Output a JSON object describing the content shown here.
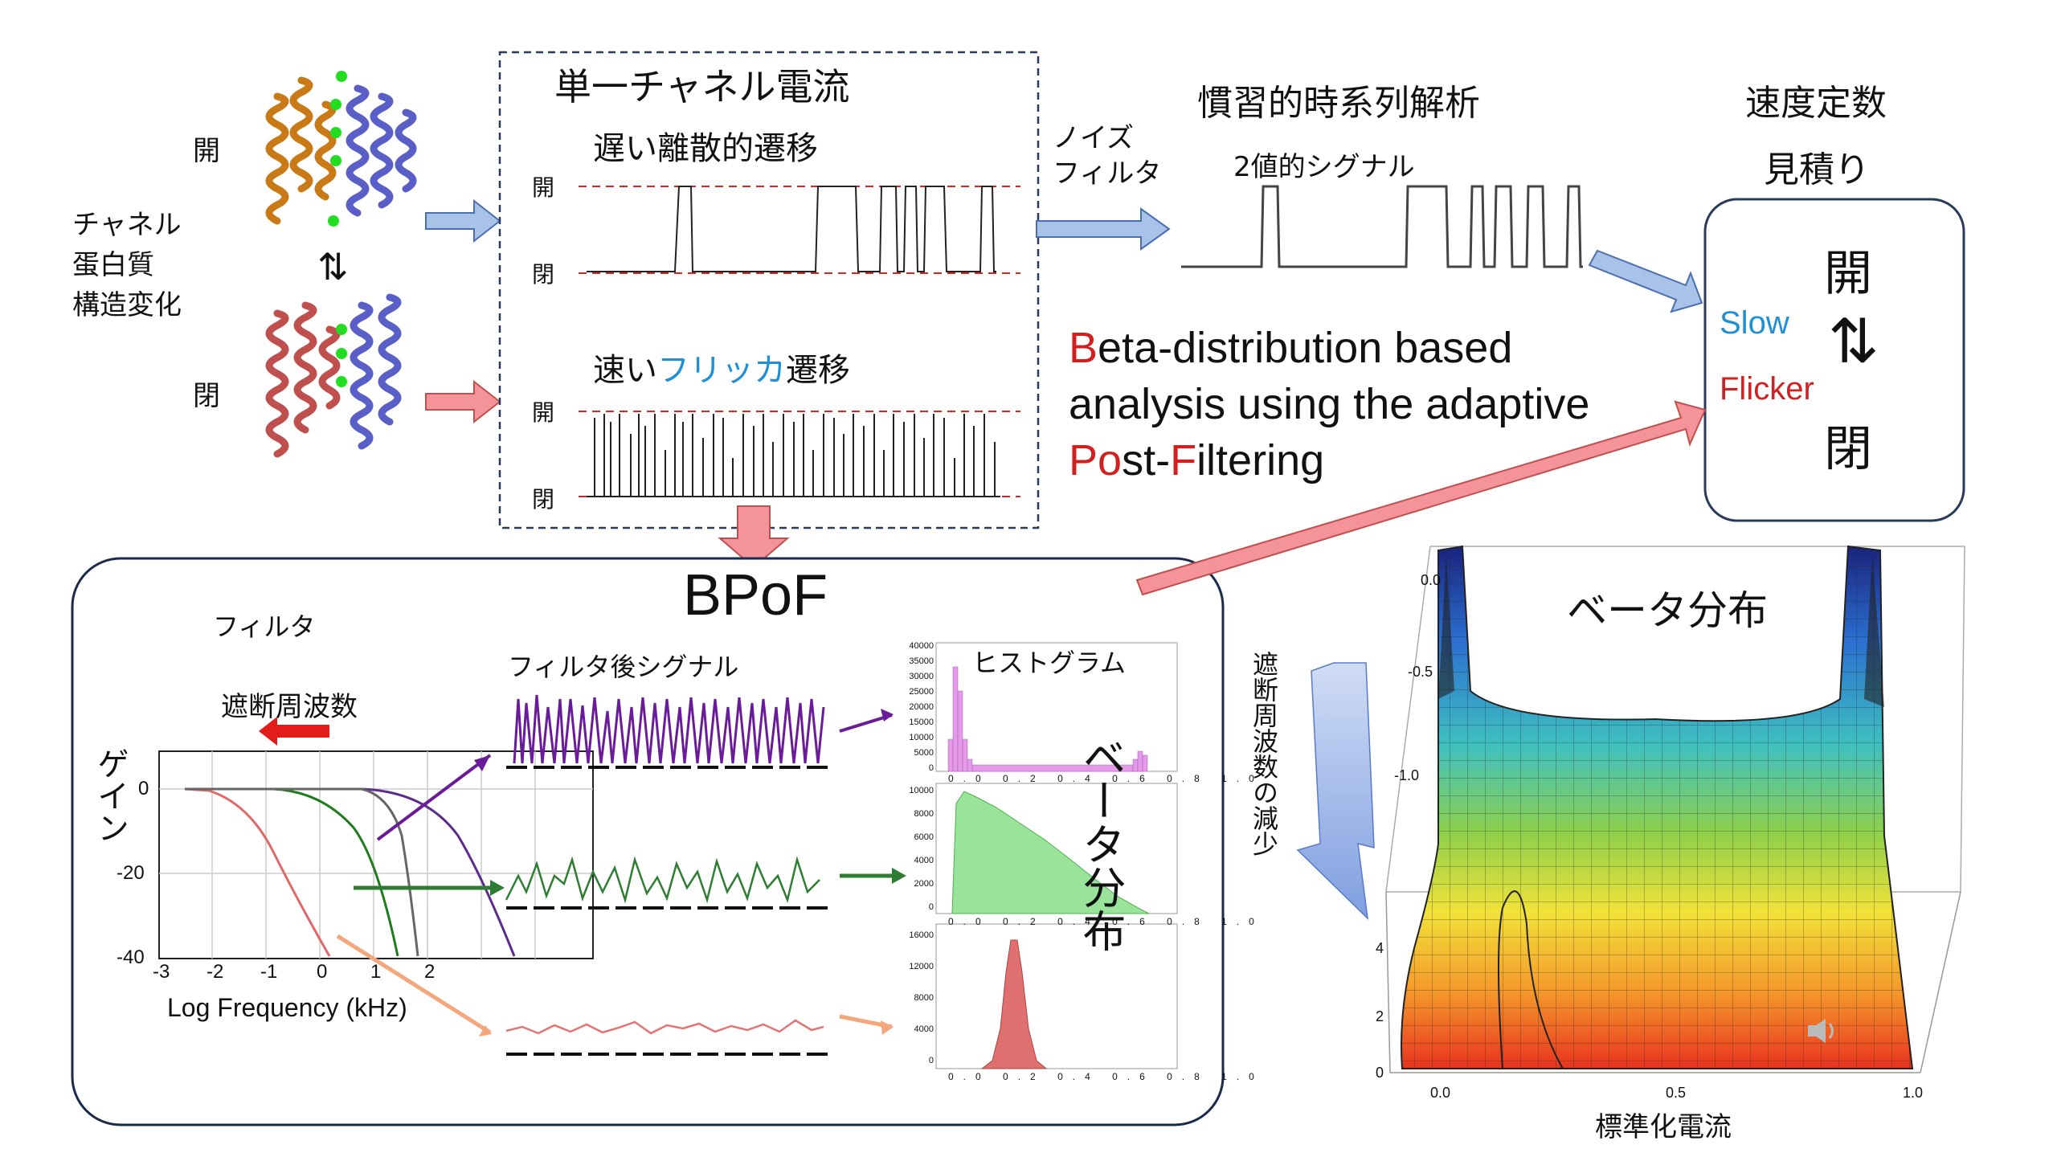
{
  "protein": {
    "label_lines": [
      "チャネル",
      "蛋白質",
      "構造変化"
    ],
    "open": "開",
    "closed": "閉",
    "eq_arrow": "⇅"
  },
  "single_channel": {
    "title": "単一チャネル電流",
    "slow_label": "遅い離散的遷移",
    "fast_label_pre": "速い",
    "fast_label_flicker": "フリッカ",
    "fast_label_post": "遷移",
    "open": "開",
    "closed": "閉"
  },
  "noise_filter": {
    "line1": "ノイズ",
    "line2": "フィルタ"
  },
  "hmm": {
    "title": "慣習的時系列解析",
    "binary_label": "2値的シグナル"
  },
  "rate": {
    "title_line1": "速度定数",
    "title_line2": "見積り",
    "open": "開",
    "closed": "閉",
    "slow": "Slow",
    "flicker": "Flicker",
    "eq": "⇅"
  },
  "method": {
    "line1_red": "B",
    "line1_rest": "eta-distribution based",
    "line2": "analysis using the adaptive",
    "line3_red1": "Po",
    "line3_mid": "st-",
    "line3_red2": "F",
    "line3_rest": "iltering"
  },
  "bpof": {
    "title": "BPoF",
    "filter_label": "フィルタ",
    "cutoff_label": "遮断周波数",
    "filtered_signal_label": "フィルタ後シグナル",
    "histogram_label": "ヒストグラム",
    "beta_label_vertical": "ベータ分布",
    "gain_axis_label": "ゲイン",
    "freq_axis_label": "Log Frequency (kHz)",
    "freq_ticks": [
      "-3",
      "-2",
      "-1",
      "0",
      "1",
      "2"
    ],
    "gain_ticks": [
      "0",
      "-20",
      "-40"
    ]
  },
  "surface": {
    "title": "ベータ分布",
    "arrow_label": "遮断周波数の減少",
    "x_label": "標準化電流",
    "x_ticks": [
      "0.0",
      "0.5",
      "1.0"
    ],
    "back_ticks": [
      "0.0",
      "-0.5",
      "-1.0"
    ],
    "z_ticks": [
      "4",
      "2",
      "0"
    ]
  },
  "hist_ticks": {
    "x": [
      "0.0",
      "0.2",
      "0.4",
      "0.6",
      "0.8",
      "1.0"
    ],
    "y1": [
      "40000",
      "35000",
      "30000",
      "25000",
      "20000",
      "15000",
      "10000",
      "5000",
      "0"
    ],
    "y2": [
      "10000",
      "8000",
      "6000",
      "4000",
      "2000",
      "0"
    ],
    "y3": [
      "16000",
      "12000",
      "8000",
      "4000",
      "0"
    ]
  },
  "colors": {
    "red": "#d21f1f",
    "blue_text": "#1f8fd6",
    "arrow_blue": "#a8c2e8",
    "arrow_pink": "#f4949a",
    "purple": "#6a1b9a",
    "green": "#2e7d32",
    "salmon": "#e57373"
  }
}
